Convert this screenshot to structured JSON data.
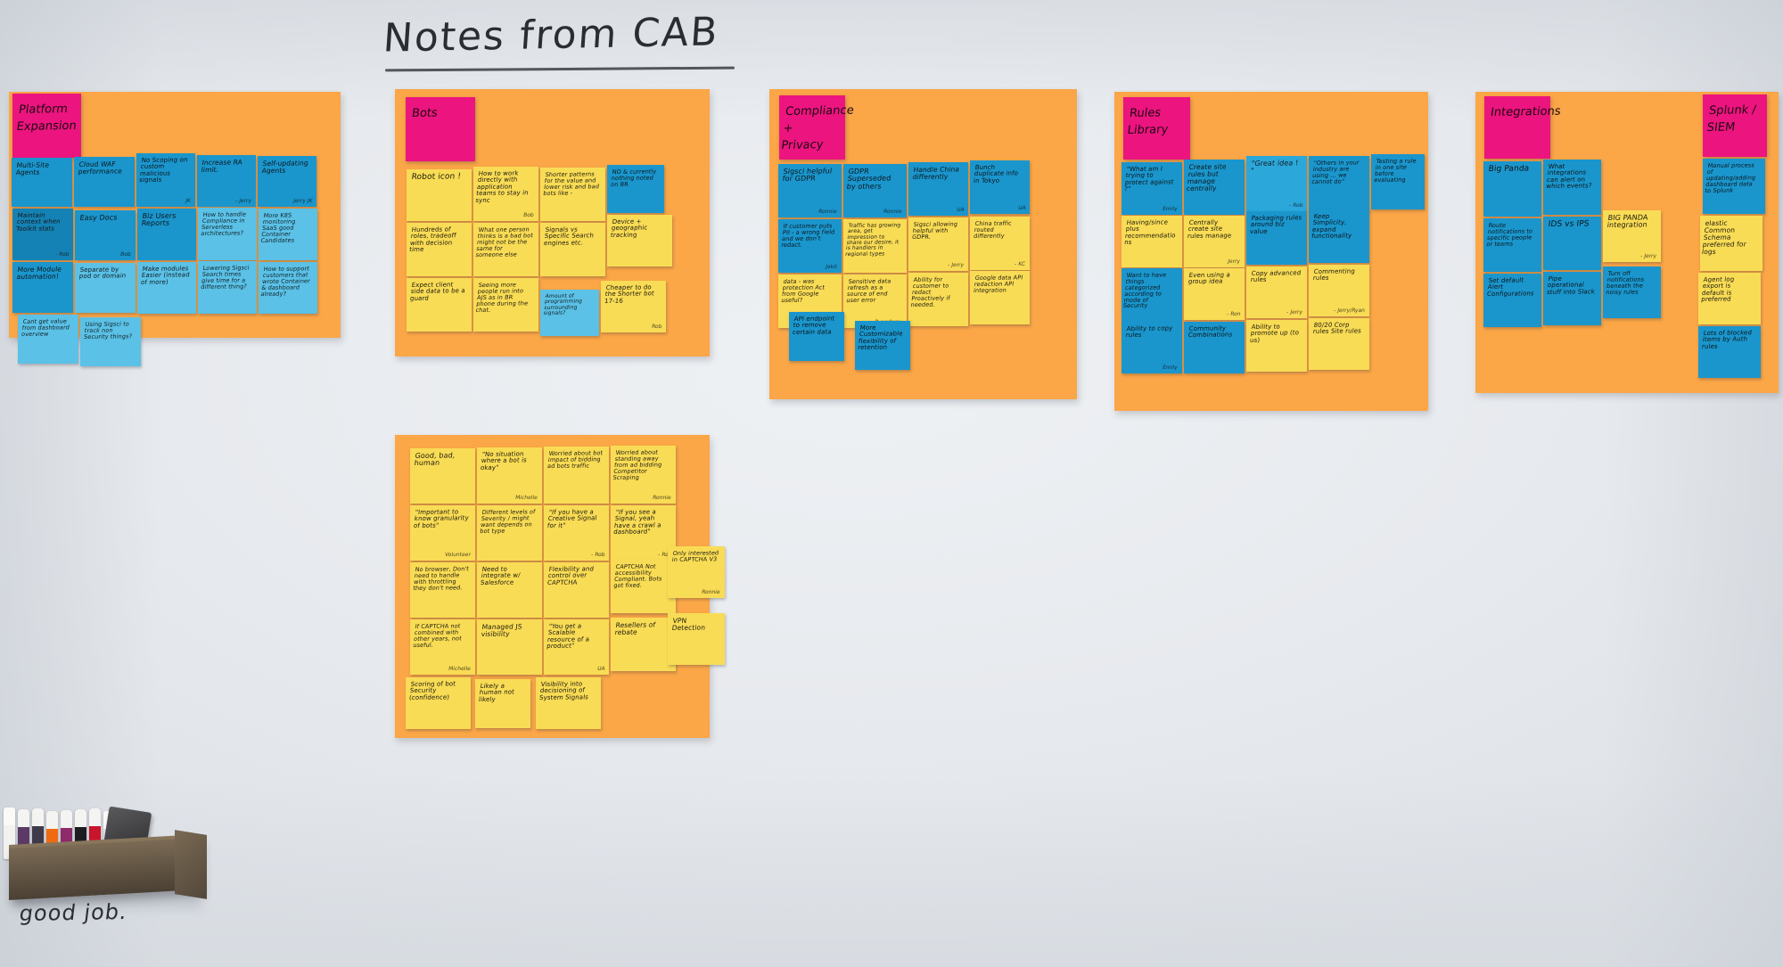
{
  "board": {
    "title": "Notes from CAB",
    "tray_caption": "good job.",
    "colors": {
      "wall": "#e7eaee",
      "backing_orange": "#fba647",
      "header_pink": "#ec147f",
      "note_blue": "#1a96cd",
      "note_yellow": "#f9dc55"
    }
  },
  "clusters": [
    {
      "name": "platform-expansion",
      "header": "Platform Expansion",
      "notes": [
        {
          "text": "Multi-Site Agents",
          "color": "blue",
          "sig": ""
        },
        {
          "text": "Cloud WAF performance",
          "color": "blue",
          "sig": ""
        },
        {
          "text": "No Scoping on custom malicious signals",
          "color": "blue",
          "sig": "JK"
        },
        {
          "text": "Increase RA limit.",
          "color": "blue",
          "sig": "- Jerry"
        },
        {
          "text": "Self-updating Agents",
          "color": "blue",
          "sig": "Jerry  JK"
        },
        {
          "text": "Maintain context when Toolkit stats",
          "color": "blue",
          "sig": "- Rob"
        },
        {
          "text": "Easy Docs",
          "color": "blue",
          "sig": "Bob"
        },
        {
          "text": "Biz Users Reports",
          "color": "blue",
          "sig": ""
        },
        {
          "text": "How to handle Compliance in Serverless architectures?",
          "color": "blue3",
          "sig": ""
        },
        {
          "text": "More K8S monitoring SaaS good Container Candidates",
          "color": "blue3",
          "sig": ""
        },
        {
          "text": "More Module automation!",
          "color": "blue",
          "sig": ""
        },
        {
          "text": "Separate by pod or domain",
          "color": "blue3",
          "sig": ""
        },
        {
          "text": "Make modules Easier (instead of more)",
          "color": "blue3",
          "sig": ""
        },
        {
          "text": "Lowering Sigsci Search times give time for a different thing?",
          "color": "blue3",
          "sig": ""
        },
        {
          "text": "How to support customers that wrote Container & dashboard already?",
          "color": "blue3",
          "sig": ""
        },
        {
          "text": "Cant get value from dashboard overview",
          "color": "blue3",
          "sig": ""
        },
        {
          "text": "Using Sigsci to track non Security things?",
          "color": "blue3",
          "sig": ""
        }
      ]
    },
    {
      "name": "bots",
      "header": "Bots",
      "notes": [
        {
          "text": "Robot icon !",
          "color": "yellow",
          "sig": ""
        },
        {
          "text": "How to work directly with application teams to stay in sync",
          "color": "yellow",
          "sig": "Bob"
        },
        {
          "text": "Shorter patterns for the value and lower risk and bad bots like -",
          "color": "yellow",
          "sig": ""
        },
        {
          "text": "NO & currently nothing noted on BR",
          "color": "blue",
          "sig": ""
        },
        {
          "text": "Hundreds of roles, tradeoff with decision time",
          "color": "yellow",
          "sig": ""
        },
        {
          "text": "What one person thinks is a bad bot might not be the same for someone else",
          "color": "yellow",
          "sig": ""
        },
        {
          "text": "Signals vs Specific Search engines etc.",
          "color": "yellow",
          "sig": ""
        },
        {
          "text": "Device + geographic tracking",
          "color": "yellow",
          "sig": ""
        },
        {
          "text": "Expect client side data to be a guard",
          "color": "yellow",
          "sig": ""
        },
        {
          "text": "Seeing more people run into AJS as in BR phone during the chat.",
          "color": "yellow",
          "sig": ""
        },
        {
          "text": "Amount of programming surrounding signals?",
          "color": "blue3",
          "sig": ""
        },
        {
          "text": "Cheaper to do the Shorter bot 17-16",
          "color": "yellow",
          "sig": "Rob"
        }
      ]
    },
    {
      "name": "bots-lower",
      "header": "",
      "notes": [
        {
          "text": "Good, bad, human",
          "color": "yellow",
          "sig": ""
        },
        {
          "text": "\"No situation where a bot is okay\"",
          "color": "yellow",
          "sig": "Michelle"
        },
        {
          "text": "Worried about bot impact of bidding ad bots traffic",
          "color": "yellow",
          "sig": ""
        },
        {
          "text": "Worried about standing away from ad bidding Competitor Scraping",
          "color": "yellow",
          "sig": "Ronnie"
        },
        {
          "text": "\"Important to know granularity of bots\"",
          "color": "yellow",
          "sig": "Volunteer"
        },
        {
          "text": "Different levels of Severity / might want depends on bot type",
          "color": "yellow",
          "sig": ""
        },
        {
          "text": "\"If you have a Creative Signal for it\"",
          "color": "yellow",
          "sig": "- Rob"
        },
        {
          "text": "\"If you see a Signal, yeah have a crawl a dashboard\"",
          "color": "yellow",
          "sig": "- Rob"
        },
        {
          "text": "No browser, Don't need to handle with throttling they don't need.",
          "color": "yellow",
          "sig": ""
        },
        {
          "text": "Need to integrate w/ Salesforce",
          "color": "yellow",
          "sig": ""
        },
        {
          "text": "Flexibility and control over CAPTCHA",
          "color": "yellow",
          "sig": ""
        },
        {
          "text": "CAPTCHA Not accessibility Compliant. Bots got fixed.",
          "color": "yellow",
          "sig": ""
        },
        {
          "text": "Only interested in CAPTCHA V3",
          "color": "yellow",
          "sig": "Ronnie"
        },
        {
          "text": "If CAPTCHA not combined with other years, not useful.",
          "color": "yellow",
          "sig": "Michelle"
        },
        {
          "text": "Managed JS visibility",
          "color": "yellow",
          "sig": ""
        },
        {
          "text": "\"You get a Scalable resource of a product\"",
          "color": "yellow",
          "sig": "UA"
        },
        {
          "text": "Resellers of rebate",
          "color": "yellow",
          "sig": ""
        },
        {
          "text": "VPN Detection",
          "color": "yellow",
          "sig": ""
        },
        {
          "text": "Scoring of bot Security (confidence)",
          "color": "yellow",
          "sig": ""
        },
        {
          "text": "Likely a human not likely",
          "color": "yellow",
          "sig": ""
        },
        {
          "text": "Visibility into decisioning of System Signals",
          "color": "yellow",
          "sig": ""
        }
      ]
    },
    {
      "name": "compliance-privacy",
      "header": "Compliance + Privacy",
      "notes": [
        {
          "text": "Sigsci helpful for GDPR",
          "color": "blue",
          "sig": "Ronnie"
        },
        {
          "text": "GDPR Superseded by others",
          "color": "blue",
          "sig": "Ronnie"
        },
        {
          "text": "Handle China differently",
          "color": "blue",
          "sig": "UA"
        },
        {
          "text": "Bunch duplicate info in Tokyo",
          "color": "blue",
          "sig": "UA"
        },
        {
          "text": "If customer puts PII - a wrong field and we don't redact.",
          "color": "blue",
          "sig": "Jokit"
        },
        {
          "text": "Traffic has growing area, get impression to share our desire, it is handlers in regional types",
          "color": "yellow",
          "sig": ""
        },
        {
          "text": "Sigsci allowing helpful with GDPR.",
          "color": "yellow",
          "sig": "- Jerry"
        },
        {
          "text": "China traffic routed differently",
          "color": "yellow",
          "sig": "- KC"
        },
        {
          "text": "data - was protection Act from Google useful?",
          "color": "yellow",
          "sig": "- Emily"
        },
        {
          "text": "Sensitive data refresh as a source of end user error",
          "color": "yellow",
          "sig": "- Ryan/Jerry"
        },
        {
          "text": "Ability for customer to redact Proactively if needed.",
          "color": "yellow",
          "sig": ""
        },
        {
          "text": "Google data API redaction API integration",
          "color": "yellow",
          "sig": ""
        },
        {
          "text": "API endpoint to remove certain data",
          "color": "blue",
          "sig": ""
        },
        {
          "text": "More Customizable flexibility of retention",
          "color": "blue",
          "sig": ""
        }
      ]
    },
    {
      "name": "rules-library",
      "header": "Rules Library",
      "notes": [
        {
          "text": "\"What am I trying to protect against ?\"",
          "color": "blue",
          "sig": "Emily"
        },
        {
          "text": "Create site rules but manage centrally",
          "color": "blue",
          "sig": ""
        },
        {
          "text": "\"Great idea ! \"",
          "color": "blue2",
          "sig": "- Rob"
        },
        {
          "text": "\"Others in your industry are using ... we cannot do\"",
          "color": "blue",
          "sig": ""
        },
        {
          "text": "Testing a rule in one site before evaluating",
          "color": "blue",
          "sig": ""
        },
        {
          "text": "Having/since plus recommendations",
          "color": "yellow",
          "sig": ""
        },
        {
          "text": "Centrally create site rules manage",
          "color": "yellow",
          "sig": "Jerry"
        },
        {
          "text": "Packaging rules around biz value",
          "color": "blue",
          "sig": ""
        },
        {
          "text": "Keep Simplicity, expand functionality",
          "color": "blue",
          "sig": ""
        },
        {
          "text": "Want to have things categorized according to mode of Security",
          "color": "blue",
          "sig": ""
        },
        {
          "text": "Even using a group idea",
          "color": "yellow",
          "sig": "- Ron"
        },
        {
          "text": "Copy advanced rules",
          "color": "yellow",
          "sig": "- Jerry"
        },
        {
          "text": "Commenting rules",
          "color": "yellow",
          "sig": "- Jerry/Ryan"
        },
        {
          "text": "Ability to copy rules",
          "color": "blue",
          "sig": "Emily"
        },
        {
          "text": "Community Combinations",
          "color": "blue",
          "sig": ""
        },
        {
          "text": "Ability to promote up (to us)",
          "color": "yellow",
          "sig": ""
        },
        {
          "text": "80/20 Corp rules Site rules",
          "color": "yellow",
          "sig": ""
        }
      ]
    },
    {
      "name": "integrations",
      "header": "Integrations",
      "notes": [
        {
          "text": "Big Panda",
          "color": "blue",
          "sig": ""
        },
        {
          "text": "What integrations can alert on which events?",
          "color": "blue",
          "sig": ""
        },
        {
          "text": "Route notifications to specific people or teams",
          "color": "blue",
          "sig": ""
        },
        {
          "text": "IDS vs IPS",
          "color": "blue",
          "sig": ""
        },
        {
          "text": "BIG PANDA integration",
          "color": "yellow",
          "sig": "- Jerry"
        },
        {
          "text": "Set default Alert Configurations",
          "color": "blue",
          "sig": ""
        },
        {
          "text": "Pipe operational stuff into Slack",
          "color": "blue",
          "sig": ""
        },
        {
          "text": "Turn off notifications beneath the noisy rules",
          "color": "blue",
          "sig": ""
        }
      ]
    },
    {
      "name": "splunk-siem",
      "header": "Splunk / SIEM",
      "notes": [
        {
          "text": "Manual process of updating/adding dashboard data to Splunk",
          "color": "blue",
          "sig": ""
        },
        {
          "text": "elastic Common Schema preferred for logs",
          "color": "yellow",
          "sig": ""
        },
        {
          "text": "Agent log export is default is preferred",
          "color": "yellow",
          "sig": ""
        },
        {
          "text": "Lots of blocked items by Auth rules",
          "color": "blue",
          "sig": ""
        }
      ]
    }
  ],
  "markers": [
    {
      "color": "#ffffff"
    },
    {
      "color": "#5b3a66"
    },
    {
      "color": "#3f3a4a"
    },
    {
      "color": "#f06a12"
    },
    {
      "color": "#8d2b6b"
    },
    {
      "color": "#1d1d1f"
    },
    {
      "color": "#c9152b"
    },
    {
      "color": "#e3e3e1"
    }
  ]
}
